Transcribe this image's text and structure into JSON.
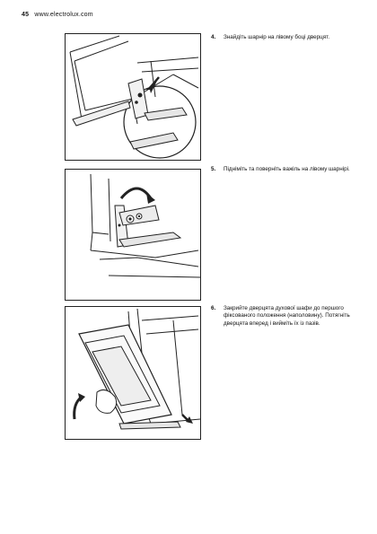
{
  "header": {
    "page_number": "45",
    "site": "www.electrolux.com"
  },
  "steps": [
    {
      "number": "4.",
      "text": "Знайдіть шарнір на лівому боці дверцят."
    },
    {
      "number": "5.",
      "text": "Підніміть та поверніть важіль на лівому шарнірі."
    },
    {
      "number": "6.",
      "text": "Закрийте дверцята духової шафи до першого фіксованого положення (наполовину). Потягніть дверцята вперед і вийміть їх із пазів."
    }
  ],
  "figures": [
    {
      "name": "figure-step-4",
      "content": "hinge-location-illustration"
    },
    {
      "name": "figure-step-5",
      "content": "hinge-lever-rotate-illustration"
    },
    {
      "name": "figure-step-6",
      "content": "door-removal-illustration"
    }
  ]
}
